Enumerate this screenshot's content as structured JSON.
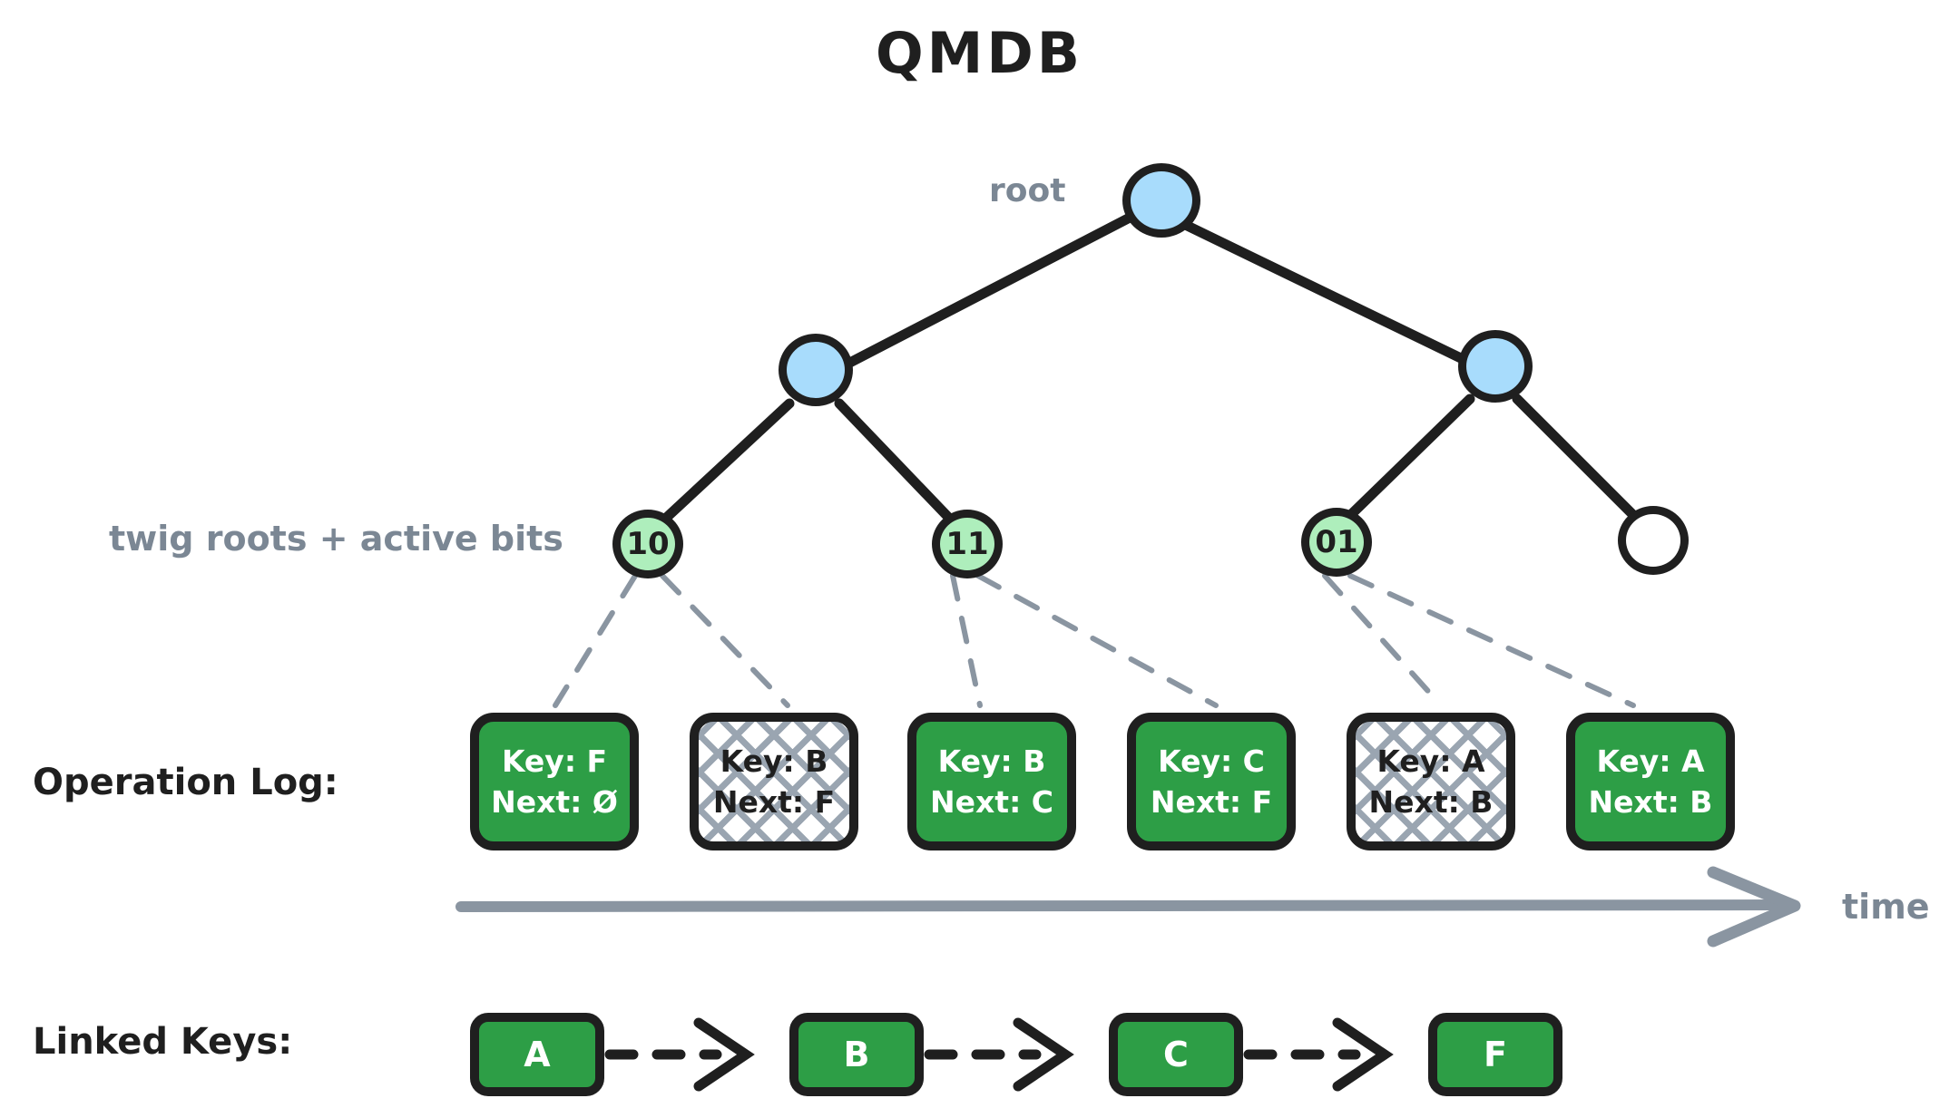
{
  "title": "QMDB",
  "labels": {
    "root": "root",
    "twig": "twig roots + active bits",
    "oplog": "Operation Log:",
    "linked": "Linked Keys:",
    "time": "time"
  },
  "colors": {
    "node_inner_fill": "#a8dcfc",
    "twig_active_fill": "#aeeebc",
    "twig_inactive_fill": "#ffffff",
    "box_active_fill": "#2d9e46",
    "box_inactive_fill": "#ffffff",
    "hatch": "#9aa5b1",
    "stroke": "#1f1f1f",
    "muted_text": "#7b8794",
    "arrow": "#8a95a1"
  },
  "tree": {
    "root": {
      "label": "",
      "kind": "inner"
    },
    "level2": [
      {
        "label": "",
        "kind": "inner"
      },
      {
        "label": "",
        "kind": "inner"
      }
    ],
    "twigs": [
      {
        "label": "10",
        "active": true
      },
      {
        "label": "11",
        "active": true
      },
      {
        "label": "01",
        "active": true
      },
      {
        "label": "",
        "active": false
      }
    ]
  },
  "operation_log": [
    {
      "key": "Key: F",
      "next": "Next: Ø",
      "active": true
    },
    {
      "key": "Key: B",
      "next": "Next: F",
      "active": false
    },
    {
      "key": "Key: B",
      "next": "Next: C",
      "active": true
    },
    {
      "key": "Key: C",
      "next": "Next: F",
      "active": true
    },
    {
      "key": "Key: A",
      "next": "Next: B",
      "active": false
    },
    {
      "key": "Key: A",
      "next": "Next: B",
      "active": true
    }
  ],
  "linked_keys": [
    "A",
    "B",
    "C",
    "F"
  ]
}
